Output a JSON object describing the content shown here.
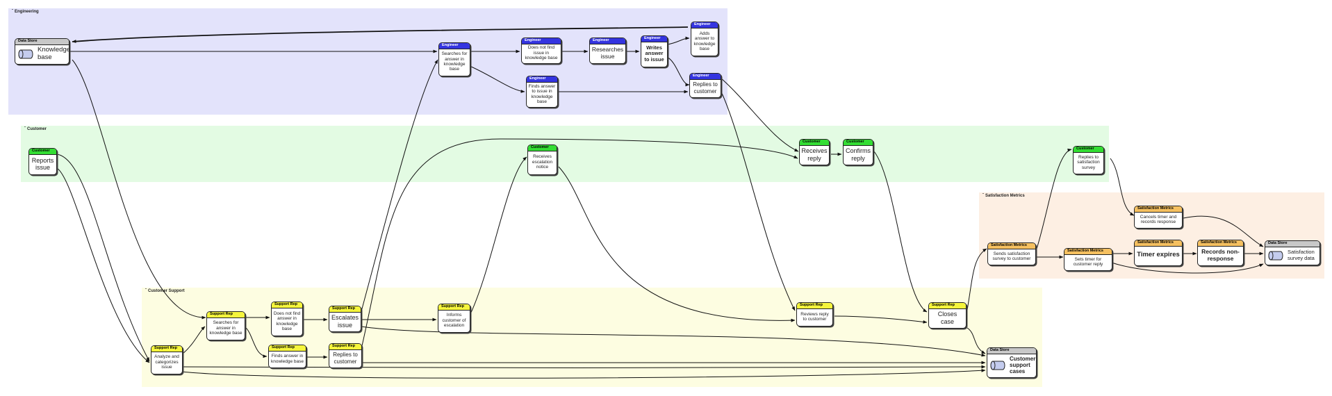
{
  "lanes": {
    "engineering": "Engineering",
    "customer": "Customer",
    "satisfaction": "Satisfaction Metrics",
    "support": "Customer Support"
  },
  "nodes": {
    "kb": {
      "role": "Data Store",
      "text": "Knowledge base"
    },
    "eng_search": {
      "role": "Engineer",
      "text": "Searches for answer in knowledge base"
    },
    "eng_notfind": {
      "role": "Engineer",
      "text": "Does not find issue in knowledge base"
    },
    "eng_research": {
      "role": "Engineer",
      "text": "Researches issue"
    },
    "eng_write": {
      "role": "Engineer",
      "text": "Writes answer to issue"
    },
    "eng_add": {
      "role": "Engineer",
      "text": "Adds answer to knowledge base"
    },
    "eng_find": {
      "role": "Engineer",
      "text": "Finds answer to issue in knowledge base"
    },
    "eng_reply": {
      "role": "Engineer",
      "text": "Replies to customer"
    },
    "cust_report": {
      "role": "Customer",
      "text": "Reports issue"
    },
    "cust_escal": {
      "role": "Customer",
      "text": "Receives escalation notice"
    },
    "cust_recv": {
      "role": "Customer",
      "text": "Receives reply"
    },
    "cust_confirm": {
      "role": "Customer",
      "text": "Confirms reply"
    },
    "cust_survey": {
      "role": "Customer",
      "text": "Replies to satisfaction survey"
    },
    "sm_cancel": {
      "role": "Satisfaction Metrics",
      "text": "Cancels timer and records response"
    },
    "sm_send": {
      "role": "Satisfaction Metrics",
      "text": "Sends satisfaction survey to customer"
    },
    "sm_timer": {
      "role": "Satisfaction Metrics",
      "text": "Sets timer for customer reply"
    },
    "sm_expire": {
      "role": "Satisfaction Metrics",
      "text": "Timer expires"
    },
    "sm_nonresp": {
      "role": "Satisfaction Metrics",
      "text": "Records non-response"
    },
    "ds_survey": {
      "role": "Data Store",
      "text": "Satisfaction survey data"
    },
    "sr_search": {
      "role": "Support Rep",
      "text": "Searches for answer in knowledge base"
    },
    "sr_notfind": {
      "role": "Support Rep",
      "text": "Does not find answer in knowledge base"
    },
    "sr_escalate": {
      "role": "Support Rep",
      "text": "Escalates issue"
    },
    "sr_inform": {
      "role": "Support Rep",
      "text": "Informs customer of escalation"
    },
    "sr_analyze": {
      "role": "Support Rep",
      "text": "Analyze and categorizes issue"
    },
    "sr_find": {
      "role": "Support Rep",
      "text": "Finds answer in knowledge base"
    },
    "sr_replies": {
      "role": "Support Rep",
      "text": "Replies to customer"
    },
    "sr_review": {
      "role": "Support Rep",
      "text": "Reviews reply to customer"
    },
    "sr_close": {
      "role": "Support Rep",
      "text": "Closes case"
    },
    "ds_cases": {
      "role": "Data Store",
      "text": "Customer support cases"
    }
  },
  "colors": {
    "engineering_lane": "#e3e3fb",
    "customer_lane": "#e3fbe3",
    "satisfaction_lane": "#fdefe3",
    "support_lane": "#fdfde1",
    "engineer_header": "#3434e0",
    "customer_header": "#33dd33",
    "satisfaction_header": "#f5c060",
    "support_header": "#f5f53c",
    "datastore_header": "#c8c8c8",
    "cylinder": "#c4ccee"
  }
}
